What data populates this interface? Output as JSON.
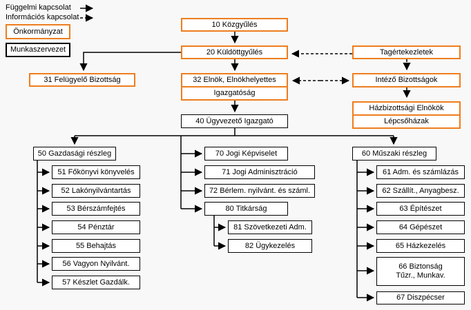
{
  "colors": {
    "accent_orange": "#ee7d1e",
    "line_black": "#000000",
    "box_fill": "#ffffff",
    "background": "#f8f8f8"
  },
  "legend": {
    "solid_arrow_label": "Függelmi kapcsolat",
    "dashed_arrow_label": "Információs kapcsolat",
    "onkormanyzat_label": "Önkormányzat",
    "munkaszervezet_label": "Munkaszervezet"
  },
  "top": {
    "kozgyules": {
      "label": "10 Közgyűlés"
    },
    "kuldottgyules": {
      "label": "20 Küldöttgyűlés"
    },
    "felugyelo_bizottsag": {
      "label": "31 Felügyelő Bizottság"
    },
    "elnok": {
      "label": "32 Elnök, Elnökhelyettes",
      "sublabel": "Igazgatóság"
    },
    "ugyvezeto_igazgato": {
      "label": "40 Ügyvezető Igazgató"
    },
    "tagertekezletek": {
      "label": "Tagértekezletek"
    },
    "intezo_bizottsagok": {
      "label": "Intéző Bizottságok"
    },
    "hazbizottsag": {
      "label": "Házbizottsági Elnökök",
      "sublabel": "Lépcsőházak"
    }
  },
  "departments": {
    "gazdasagi": {
      "header": "50 Gazdasági részleg",
      "items": [
        "51 Főkönyvi könyvelés",
        "52 Lakónyilvántartás",
        "53 Bérszámfejtés",
        "54 Pénztár",
        "55 Behajtás",
        "56 Vagyon Nyilvánt.",
        "57 Készlet Gazdálk."
      ]
    },
    "jogi": {
      "items": [
        "70 Jogi Képviselet",
        "71 Jogi Adminisztráció",
        "72 Bérlem. nyilvánt. és száml.",
        "80 Titkárság"
      ],
      "titkarsag_items": [
        "81 Szövetkezeti Adm.",
        "82 Ügykezelés"
      ]
    },
    "muszaki": {
      "header": "60 Műszaki részleg",
      "items": [
        "61 Adm. és számlázás",
        "62 Szállít., Anyagbesz.",
        "63 Építészet",
        "64 Gépészet",
        "65 Házkezelés",
        "67 Diszpécser"
      ],
      "item66_line1": "66 Biztonság",
      "item66_line2": "Tűzr., Munkav."
    }
  }
}
